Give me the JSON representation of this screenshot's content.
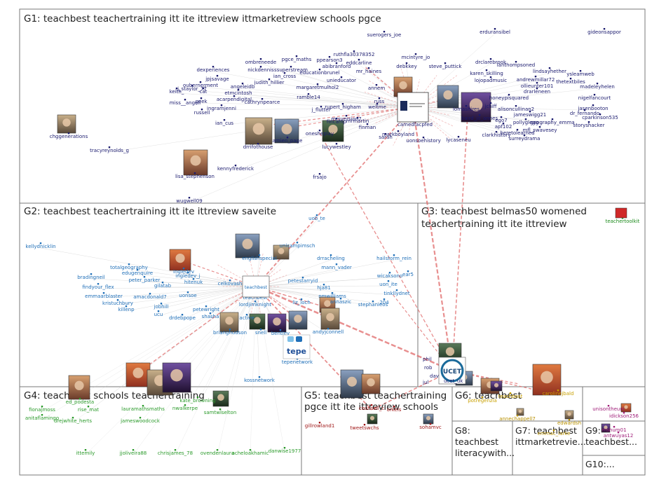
{
  "colors": {
    "g1": "#1a1a6e",
    "g2": "#1f6fb8",
    "g3": "#1a8a1a",
    "g4": "#2a9a2a",
    "g5": "#a01818",
    "g6": "#c8a000",
    "g7": "#b89000",
    "g9": "#a0207a",
    "edge": "#e06a6a",
    "edge_light": "#c8c8c8",
    "box": "#7a7a7a"
  },
  "groups": [
    {
      "id": "G1",
      "title": "G1: teachbest teachertraining itt ite ittreview ittmarketreview schools pgce"
    },
    {
      "id": "G2",
      "title": "G2: teachbest teachertraining itt ite ittreview saveite"
    },
    {
      "id": "G3",
      "title": "G3: teachbest belmas50 womened teachertraining itt ite ittreview"
    },
    {
      "id": "G4",
      "title": "G4: teachbest schools teachertraining"
    },
    {
      "id": "G5",
      "title": "G5: teachbest teachertraining pgce itt ite ittreview schools"
    },
    {
      "id": "G6",
      "title": "G6: teachbest"
    },
    {
      "id": "G8",
      "title": "G8: teachbest literacywith..."
    },
    {
      "id": "G7",
      "title": "G7: teachbest ittmarketrevie..."
    },
    {
      "id": "G9",
      "title": "G9: teachbest..."
    },
    {
      "id": "G10",
      "title": "G10:..."
    }
  ],
  "nodes": {
    "g1": [
      "suerogers_joe",
      "erduransibel",
      "gideonsappor",
      "ruthfla30378352",
      "pgce_maths",
      "ombreneede",
      "ppearson3",
      "eddcarline",
      "mcintyre_jo",
      "dexperiences",
      "nickdennis",
      "ssuperstream",
      "mr_haines",
      "debkkey",
      "steve_puttick",
      "drclarebrook",
      "lanthompsoned",
      "ian_cross",
      "educationbrunel",
      "abibranford",
      "karen_skilling",
      "lindsayhether",
      "jpjsavage",
      "oubernerment",
      "unieducator",
      "annem",
      "lojopadmusic",
      "andrewmillar72",
      "ysleamweb",
      "j_staylor_77",
      "judith_hillier",
      "angeleidb",
      "thetextbiles",
      "keith_",
      "acarpendigital",
      "etmcintosh",
      "margaretmulhol2",
      "ollieunter101",
      "drarleneen",
      "madeleyhelen",
      "miss__angell",
      "ramble14",
      "cathrynpearce",
      "honeypisquared",
      "nigelfancourt",
      "jasenbooton",
      "russell",
      "geek",
      "rupert_higham",
      "russ",
      "lomashires",
      "jchiff",
      "cat",
      "ingramjenni",
      "weltme",
      "alisoncullinan2",
      "pollyglegg",
      "geography_emma",
      "dr_fernando",
      "ian_cus",
      "j_flutter",
      "camedfacpfed",
      "baird_jo_annes",
      "ego7",
      "jameswigg21",
      "mrmartin",
      "mrsversion7",
      "apf102",
      "cparkinson535",
      "finman",
      "fincamp",
      "heretolearned",
      "mfl_swavesey",
      "storyshacker",
      "chggenerations",
      "tracyreynolds_g",
      "drrifothouse",
      "amien_page",
      "lucywestley",
      "onesheplay",
      "sarah",
      "markboyland",
      "uonsoehistory",
      "lycaseneu",
      "clarkhistory",
      "surreydrama",
      "lisa_stephenson",
      "kennyfrederick",
      "frsajo",
      "wugwell09"
    ],
    "g2": [
      "kellydnicklin",
      "uob_te",
      "unicampimsch",
      "bradingneil",
      "totalgeography",
      "edugenquire",
      "englishspecial",
      "drracheling",
      "hailstorm_rein",
      "findyour_flex",
      "gilatab",
      "ingledev",
      "ingledev_j",
      "peter_parker",
      "mann_vader",
      "wicaksono",
      "uon_ite",
      "emmaarblaster",
      "hitenuk",
      "celkovash",
      "petestarryid",
      "ear5",
      "kristuchbury",
      "killenp",
      "amacdonald7",
      "uonsoe",
      "hja81",
      "tinkllydnet",
      "jobhill",
      "ucu",
      "petewright",
      "teachbest",
      "liz_loch",
      "stephanieos",
      "drdebpope",
      "shasha",
      "lordjimknight",
      "annaszic",
      "204",
      "nmwilliams",
      "brianghudson",
      "active",
      "snell",
      "bentley",
      "tepenetwork",
      "andyjconnell",
      "kossnetwork"
    ],
    "g3": [
      "teachertoolkit"
    ],
    "g4": [
      "ed_podesta",
      "fionajmoss",
      "rise_mat",
      "anitaflamingo",
      "drejwhite_herts",
      "jameswoodcock",
      "lauramathsmaths",
      "nwalkerpe",
      "kate_browning",
      "samtwiselton",
      "ittemily",
      "jjoliveira88",
      "chrisjames_78",
      "ovendenlaura",
      "acheloakhamic",
      "danwise1977"
    ],
    "g5": [
      "gillrowland1",
      "tweetswchs",
      "counsell_c",
      "orkeis",
      "sohamvc"
    ],
    "g6": [
      "carolinejbald",
      "teachbest",
      "potregenzia"
    ],
    "g7": [
      "annechappell7",
      "edwardsh",
      "emmac_larke"
    ],
    "g8": [],
    "g9": [
      "unisontheuni",
      "idickson256",
      "mshum01",
      "antwuyas12"
    ],
    "g10": []
  },
  "center_labels": {
    "g2_hub": "teachbest",
    "g3_hub": "ucet_uk",
    "g3_phil": "phil",
    "g3_rob": "rob",
    "g3_dav": "dav",
    "g3_jul": "jul",
    "tepe_logo": "tepe",
    "ucet_logo": "UCET"
  }
}
